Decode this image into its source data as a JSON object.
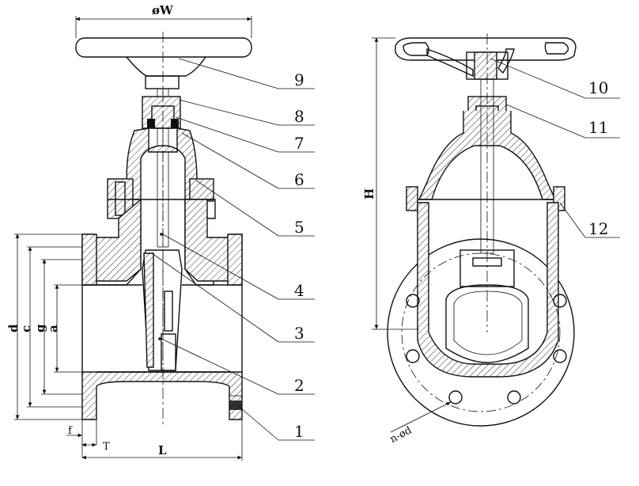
{
  "left_view": {
    "dimensions": {
      "handwheel_dia": "øW",
      "d": "d",
      "c": "c",
      "g": "g",
      "a": "a",
      "f": "f",
      "T": "T",
      "L": "L"
    },
    "callouts": [
      "9",
      "8",
      "7",
      "6",
      "5",
      "4",
      "3",
      "2",
      "1"
    ]
  },
  "right_view": {
    "dimensions": {
      "H": "H",
      "holes": "n-ød"
    },
    "callouts": [
      "10",
      "11",
      "12"
    ]
  }
}
